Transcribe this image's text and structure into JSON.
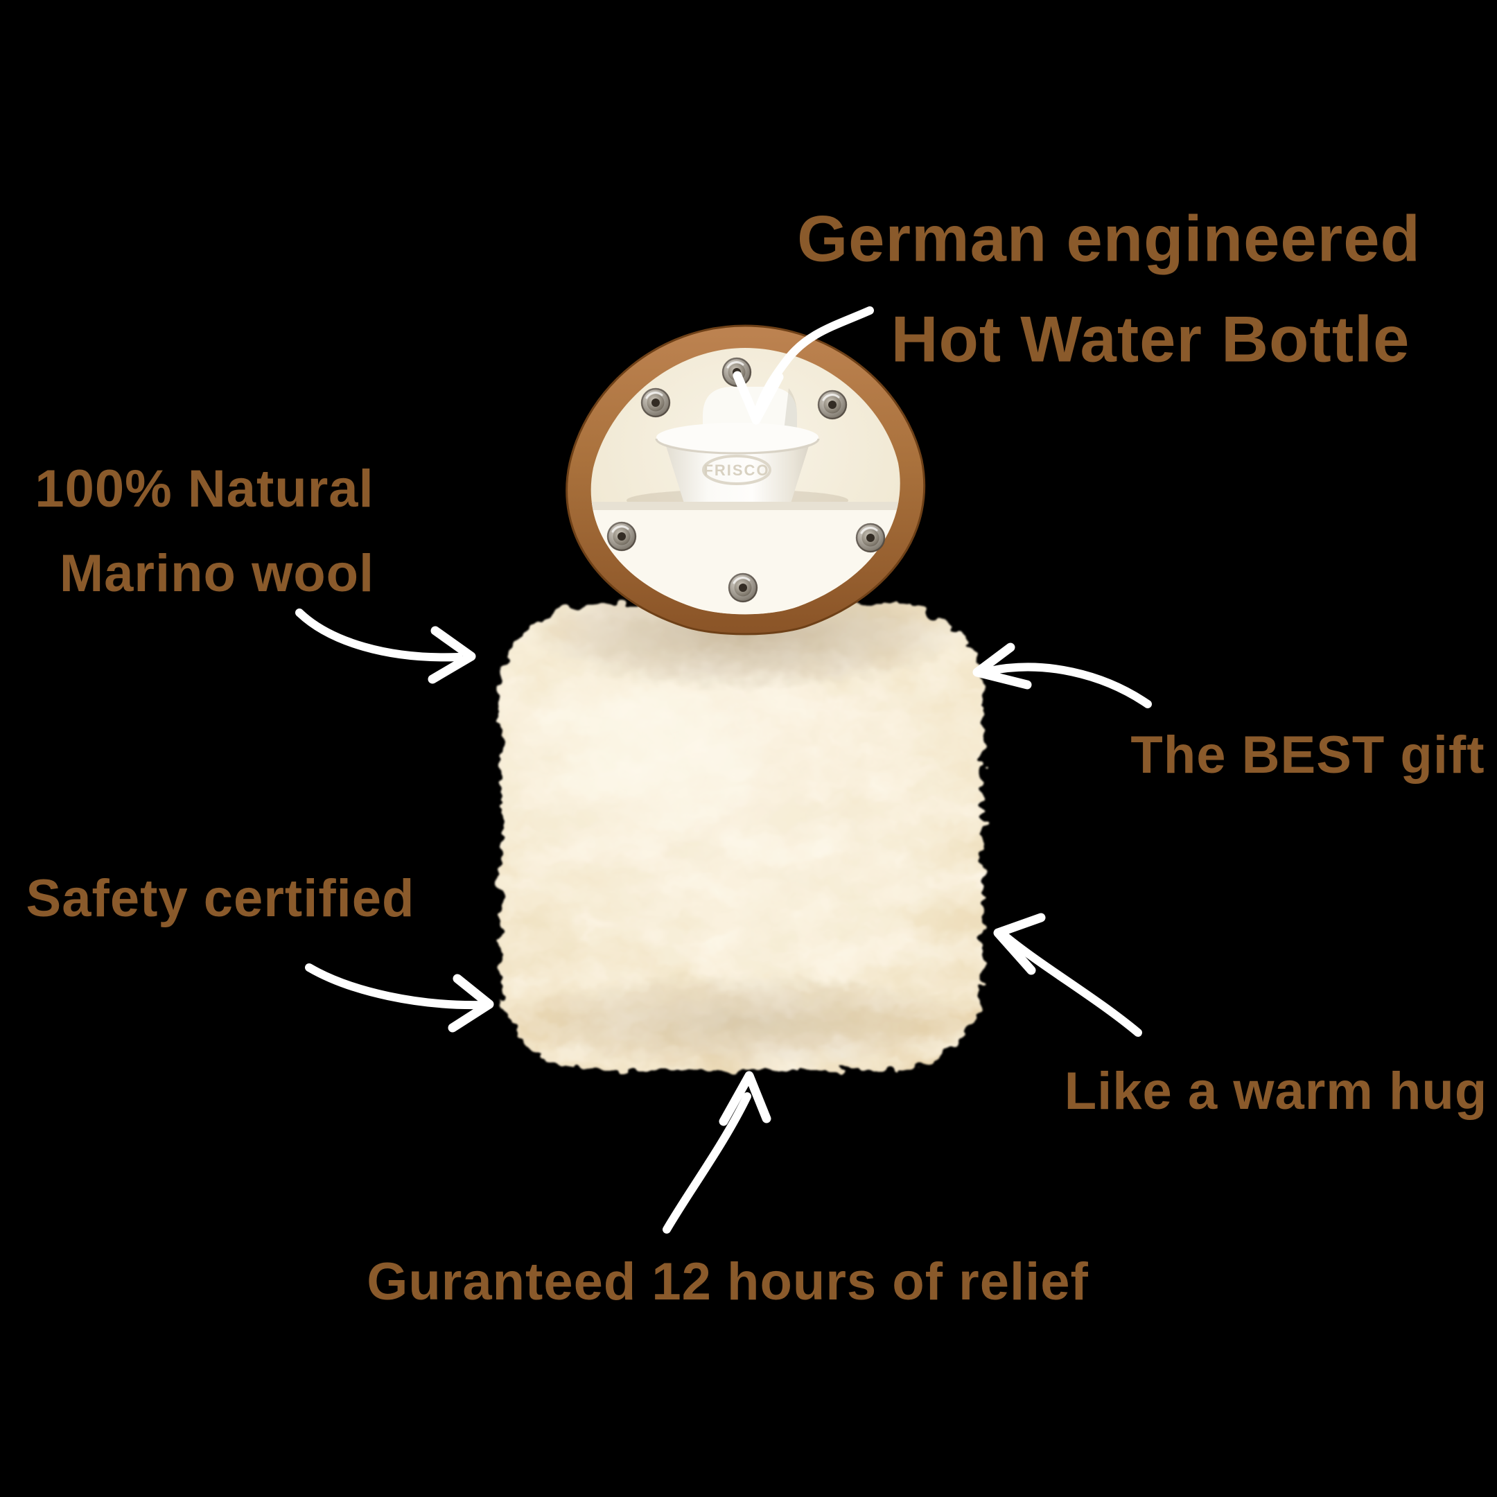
{
  "title": "Sheepskin hot water bottle infographic",
  "colors": {
    "background": "#000000",
    "label_text": "#8a5a2b",
    "arrow": "#ffffff",
    "wool": "#f4e8cd",
    "wool_shadow": "#e4d0a9",
    "suede_trim": "#a9713c",
    "lining": "#f4eedf",
    "pocket_panel": "#fbf8ef",
    "stopper": "#fbfaf6",
    "snap_metal": "#8a8378",
    "snap_hole": "#332c24"
  },
  "annotations": {
    "german_engineered": {
      "line1": "German engineered",
      "line2": "Hot Water Bottle"
    },
    "natural_wool": {
      "line1": "100% Natural",
      "line2": "Marino wool"
    },
    "best_gift": {
      "label": "The BEST gift"
    },
    "safety_certified": {
      "label": "Safety certified"
    },
    "warm_hug": {
      "label": "Like a warm hug"
    },
    "guaranteed_relief": {
      "label": "Guranteed 12 hours of relief"
    }
  },
  "product": {
    "emboss_text": "FRISCO",
    "snap_count": 6
  },
  "icons": [
    "curved-arrow-to-stopper",
    "curved-arrow-to-left-shoulder",
    "curved-arrow-to-right-shoulder",
    "curved-arrow-to-left-side",
    "curved-arrow-to-right-side",
    "curved-arrow-to-bottom"
  ]
}
